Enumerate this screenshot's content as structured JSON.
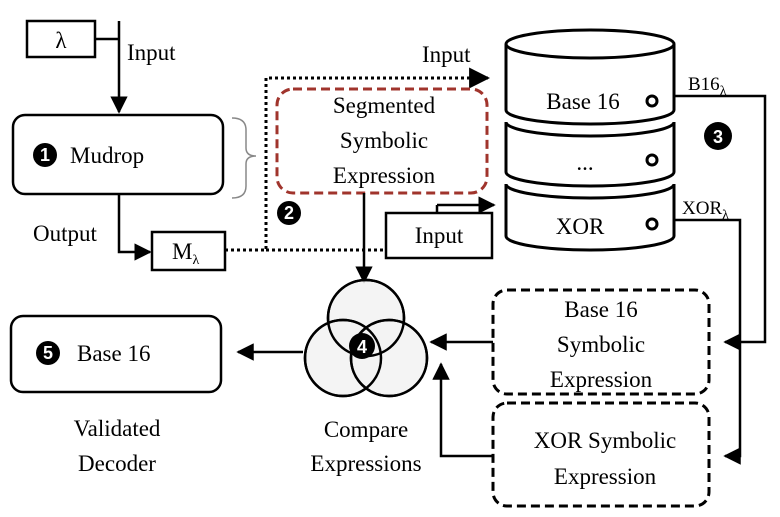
{
  "nodes": {
    "lambda": "λ",
    "mudrop": {
      "number": "1",
      "label": "Mudrop"
    },
    "m_lambda": {
      "main": "M",
      "sub": "λ"
    },
    "segmented": [
      "Segmented",
      "Symbolic",
      "Expression"
    ],
    "db_base16": "Base 16",
    "db_dots": "...",
    "db_xor": "XOR",
    "input_box": "Input",
    "base16_sym": [
      "Base 16",
      "Symbolic",
      "Expression"
    ],
    "xor_sym": [
      "XOR Symbolic",
      "Expression"
    ],
    "validated": {
      "number": "5",
      "label": "Base 16"
    },
    "validated_caption": [
      "Validated",
      "Decoder"
    ],
    "compare_caption": [
      "Compare",
      "Expressions"
    ]
  },
  "labels": {
    "input_top_left": "Input",
    "input_top_mid": "Input",
    "output": "Output",
    "b16_main": "B16",
    "b16_sub": "λ",
    "xor_main": "XOR",
    "xor_sub": "λ"
  },
  "steps": [
    "1",
    "2",
    "3",
    "4",
    "5"
  ],
  "colors": {
    "segmented_border": "#a0342c",
    "venn_fill": "#f2f2f2"
  }
}
